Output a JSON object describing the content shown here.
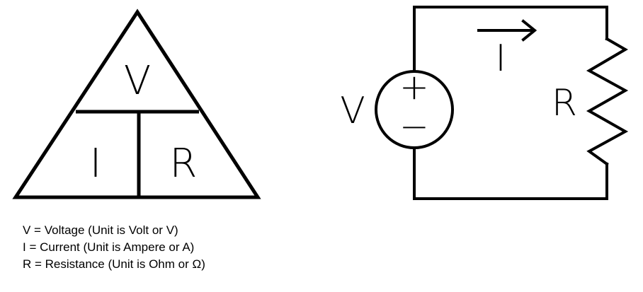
{
  "triangle": {
    "top_symbol": "V",
    "bottom_left_symbol": "I",
    "bottom_right_symbol": "R"
  },
  "circuit": {
    "source_label": "V",
    "plus_sign": "+",
    "minus_sign": "−",
    "current_label": "I",
    "resistor_label": "R"
  },
  "legend": [
    "V = Voltage (Unit is Volt or V)",
    "I = Current (Unit is Ampere or A)",
    "R = Resistance (Unit is Ohm or Ω)"
  ],
  "colors": {
    "line": "#000000",
    "background": "#ffffff"
  }
}
